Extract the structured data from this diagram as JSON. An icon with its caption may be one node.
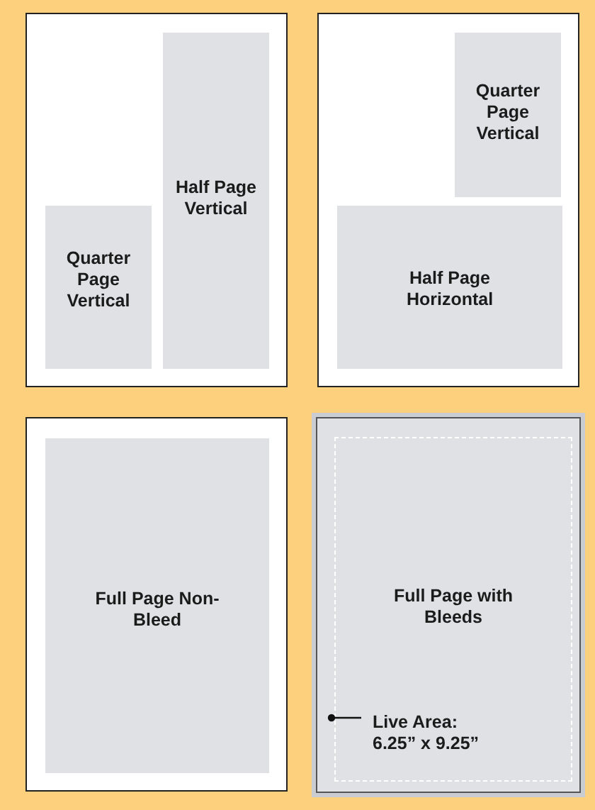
{
  "diagram": {
    "nodes": [
      {
        "text": [],
        "shape": "box"
      },
      {
        "text": [
          "Quarter Page Vertical"
        ],
        "in": 0
      },
      {
        "text": [
          "Half Page Vertical"
        ],
        "in": 0
      },
      {
        "text": [],
        "shape": "box"
      },
      {
        "text": [
          "Quarter Page Vertical"
        ],
        "in": 3
      },
      {
        "text": [
          "Half Page Horizontal"
        ],
        "in": 3
      },
      {
        "text": [],
        "shape": "box"
      },
      {
        "text": [
          "Full Page Non-Bleed"
        ],
        "in": 6
      },
      {
        "text": [],
        "shape": "box"
      },
      {
        "text": [
          "Full Page with Bleeds"
        ],
        "in": 8
      },
      {
        "text": [
          "Live Area: 6.25” x 9.25”"
        ],
        "in": 9
      }
    ],
    "edges": [
      {
        "from": 10,
        "to": 9,
        "arrow": "other"
      }
    ]
  }
}
